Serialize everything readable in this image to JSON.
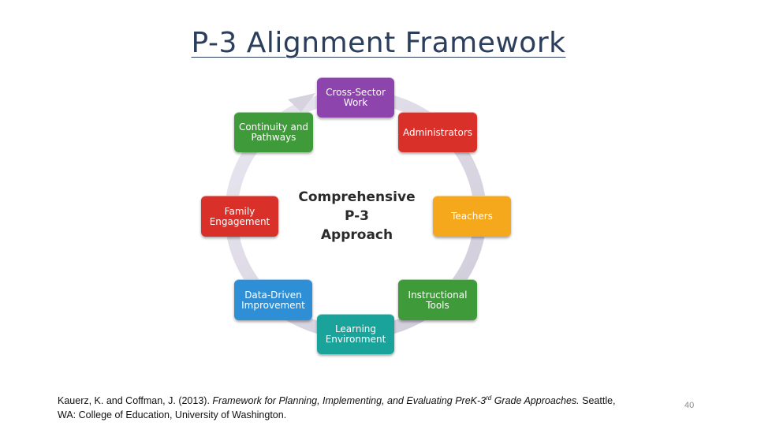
{
  "slide": {
    "title": "P-3 Alignment Framework",
    "page_number": "40"
  },
  "diagram": {
    "center_lines": [
      "Comprehensive",
      "P-3",
      "Approach"
    ],
    "nodes": [
      {
        "label_line1": "Cross-Sector",
        "label_line2": "Work",
        "color": "#8e44ad"
      },
      {
        "label_line1": "Administrators",
        "label_line2": "",
        "color": "#d9302a"
      },
      {
        "label_line1": "Teachers",
        "label_line2": "",
        "color": "#f5a81c"
      },
      {
        "label_line1": "Instructional",
        "label_line2": "Tools",
        "color": "#3f9b3a"
      },
      {
        "label_line1": "Learning",
        "label_line2": "Environment",
        "color": "#1aa39a"
      },
      {
        "label_line1": "Data-Driven",
        "label_line2": "Improvement",
        "color": "#2e8fd6"
      },
      {
        "label_line1": "Family",
        "label_line2": "Engagement",
        "color": "#d9302a"
      },
      {
        "label_line1": "Continuity and",
        "label_line2": "Pathways",
        "color": "#3f9b3a"
      }
    ]
  },
  "citation": {
    "authors": "Kauerz, K. and Coffman, J. (2013). ",
    "title_part1": "Framework for Planning, Implementing, and Evaluating PreK-3",
    "title_sup": "rd",
    "title_part2": " Grade Approaches.",
    "publisher_line1": "  Seattle,",
    "publisher_line2": "WA:  College of Education, University of Washington."
  }
}
